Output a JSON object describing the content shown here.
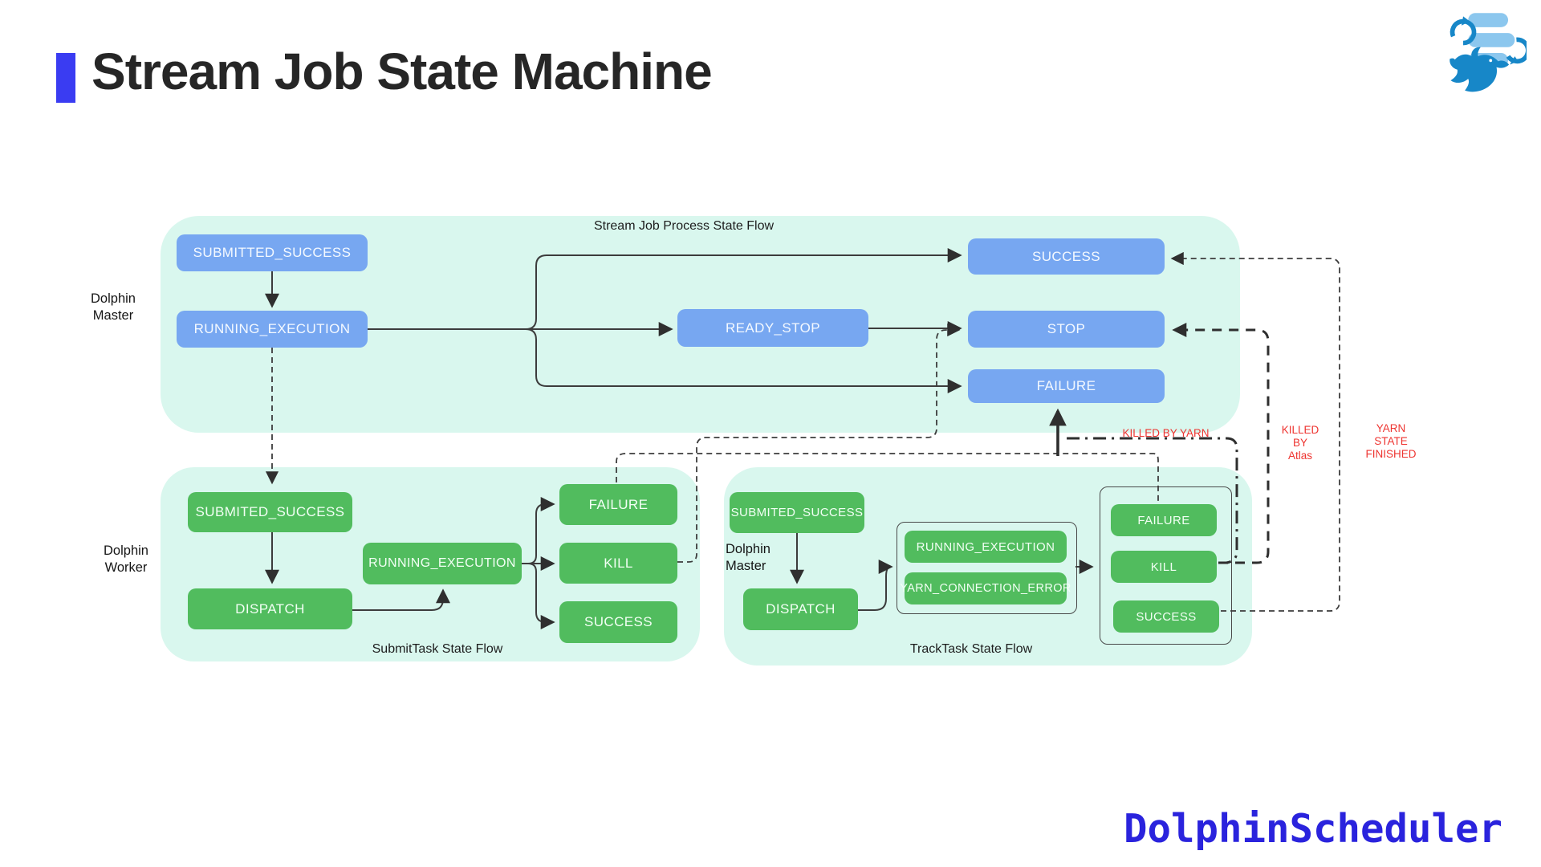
{
  "header": {
    "title": "Stream Job State Machine"
  },
  "branding": {
    "logo": "dolphinscheduler-logo",
    "wordmark": "DolphinScheduler"
  },
  "side_labels": {
    "master_top": [
      "Dolphin",
      "Master"
    ],
    "worker": [
      "Dolphin",
      "Worker"
    ],
    "master_track": [
      "Dolphin",
      "Master"
    ]
  },
  "process_flow": {
    "title": "Stream Job Process State Flow",
    "nodes": {
      "submitted_success": "SUBMITTED_SUCCESS",
      "running_execution": "RUNNING_EXECUTION",
      "ready_stop": "READY_STOP",
      "success": "SUCCESS",
      "stop": "STOP",
      "failure": "FAILURE"
    }
  },
  "submit_task": {
    "title": "SubmitTask State Flow",
    "nodes": {
      "submited_success": "SUBMITED_SUCCESS",
      "dispatch": "DISPATCH",
      "running_execution": "RUNNING_EXECUTION",
      "failure": "FAILURE",
      "kill": "KILL",
      "success": "SUCCESS"
    }
  },
  "track_task": {
    "title": "TrackTask State Flow",
    "nodes": {
      "submited_success": "SUBMITED_SUCCESS",
      "dispatch": "DISPATCH",
      "running_execution": "RUNNING_EXECUTION",
      "yarn_connection_error": "YARN_CONNECTION_ERROR",
      "failure": "FAILURE",
      "kill": "KILL",
      "success": "SUCCESS"
    }
  },
  "annotations": {
    "killed_by_yarn": "KILLED BY YARN",
    "killed_by_atlas": [
      "KILLED",
      "BY",
      "Atlas"
    ],
    "yarn_state_finished": [
      "YARN",
      "STATE",
      "FINISHED"
    ]
  },
  "colors": {
    "mint": "#d9f7ee",
    "blue": "#77a7f1",
    "green": "#51bc5e",
    "line": "#3c3c3c",
    "red": "#ee3430",
    "accent": "#3a3cf2",
    "brand": "#2a23dd",
    "ink": "#262626",
    "logo_light": "#8cc7ee",
    "logo_dark": "#1787c8"
  }
}
